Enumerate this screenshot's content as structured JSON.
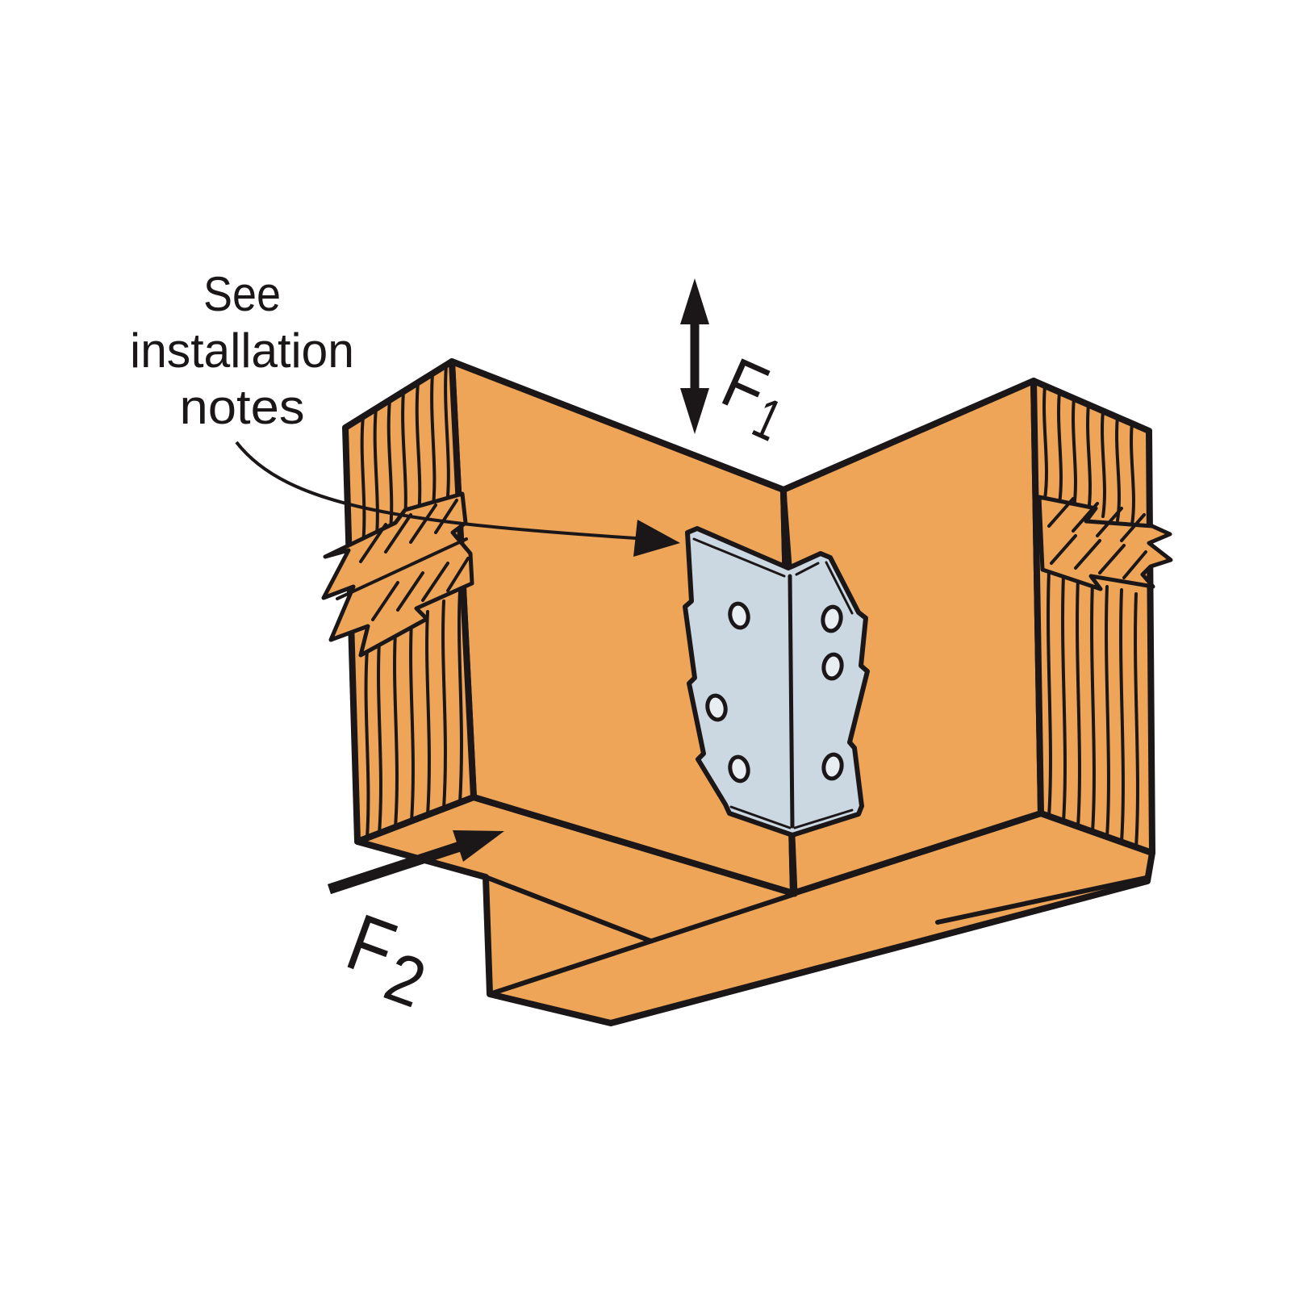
{
  "note": {
    "line1": "See",
    "line2": "installation",
    "line3": "notes"
  },
  "forces": {
    "f1_base": "F",
    "f1_sub": "1",
    "f2_base": "F",
    "f2_sub": "2"
  },
  "bracket": {
    "nail_hole_count": 6
  },
  "colors": {
    "wood": "#EFA558",
    "outline": "#1B1718",
    "metal": "#CBD7E1",
    "metal_light": "#E8EEF2",
    "background": "#FFFFFF",
    "label_text": "#1B1718"
  }
}
